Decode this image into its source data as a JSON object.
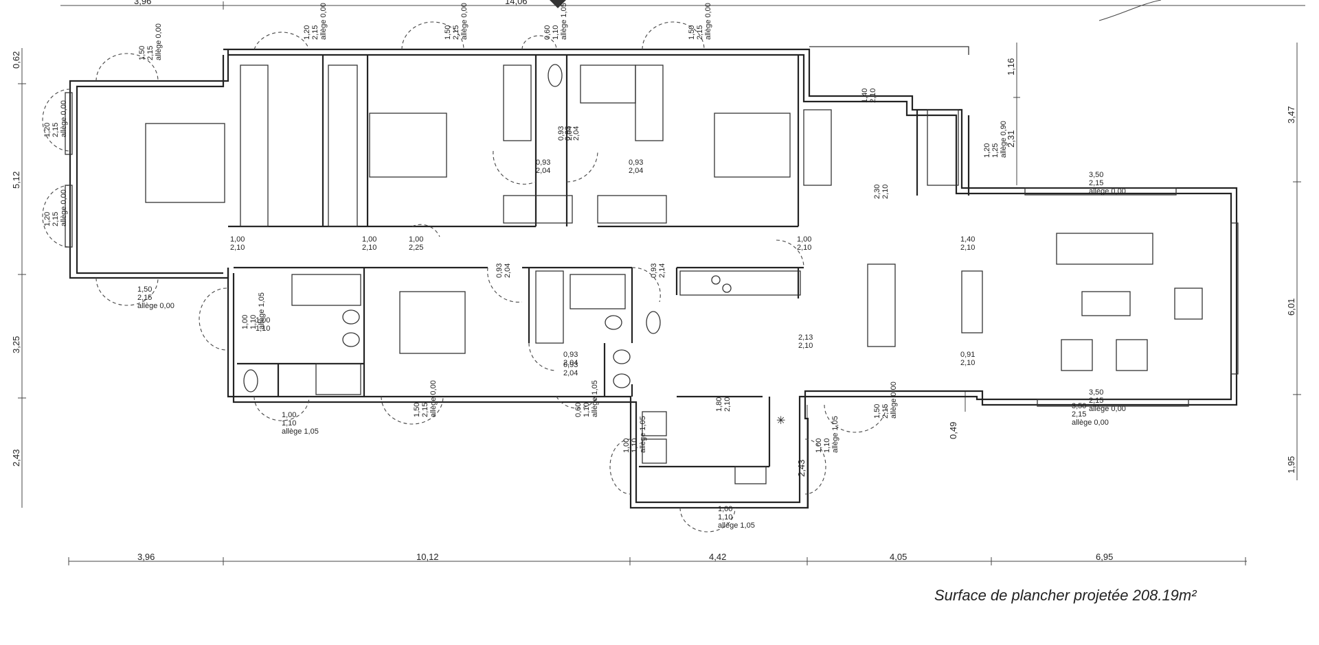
{
  "drawing": {
    "surface_note": "Surface de plancher projetée 208.19m²",
    "top_dims": [
      "3,96",
      "14,06"
    ],
    "bottom_dims": [
      "3,96",
      "10,12",
      "4,42",
      "4,05",
      "6,95"
    ],
    "left_dims": [
      "0,62",
      "5,12",
      "3,25",
      "2,43"
    ],
    "right_dims": [
      "3,47",
      "6,01",
      "1,95"
    ],
    "inner_dims": [
      "1,16",
      "2,31",
      "2,43",
      "0,49"
    ],
    "labels": [
      {
        "t1": "1,50",
        "t2": "2,15",
        "t3": "allège 0,00"
      },
      {
        "t1": "1,20",
        "t2": "2,15",
        "t3": "allège 0,00"
      },
      {
        "t1": "1,50",
        "t2": "2,15",
        "t3": "allège 0,00"
      },
      {
        "t1": "0,60",
        "t2": "1,10",
        "t3": "allège 1,05"
      },
      {
        "t1": "1,50",
        "t2": "2,15",
        "t3": "allège 0,00"
      },
      {
        "t1": "1,20",
        "t2": "2,15",
        "t3": "allège 0,00"
      },
      {
        "t1": "1,20",
        "t2": "2,15",
        "t3": "allège 0,00"
      },
      {
        "t1": "1,40",
        "t2": "2,10",
        "t3": ""
      },
      {
        "t1": "1,20",
        "t2": "1,25",
        "t3": "allège 0,90"
      },
      {
        "t1": "3,50",
        "t2": "2,15",
        "t3": "allège 0,00"
      },
      {
        "t1": "0,93",
        "t2": "2,04",
        "t3": ""
      },
      {
        "t1": "0,93",
        "t2": "2,04",
        "t3": ""
      },
      {
        "t1": "0,93",
        "t2": "2,04",
        "t3": ""
      },
      {
        "t1": "0,93",
        "t2": "2,04",
        "t3": ""
      },
      {
        "t1": "2,30",
        "t2": "2,10",
        "t3": ""
      },
      {
        "t1": "1,00",
        "t2": "2,10",
        "t3": ""
      },
      {
        "t1": "1,00",
        "t2": "2,10",
        "t3": ""
      },
      {
        "t1": "1,00",
        "t2": "2,25",
        "t3": ""
      },
      {
        "t1": "1,00",
        "t2": "2,10",
        "t3": ""
      },
      {
        "t1": "1,40",
        "t2": "2,10",
        "t3": ""
      },
      {
        "t1": "0,93",
        "t2": "2,04",
        "t3": ""
      },
      {
        "t1": "0,93",
        "t2": "2,04",
        "t3": ""
      },
      {
        "t1": "0,93",
        "t2": "2,14",
        "t3": ""
      },
      {
        "t1": "1,50",
        "t2": "2,15",
        "t3": "allège 0,00"
      },
      {
        "t1": "1,00",
        "t2": "1,10",
        "t3": "allège 1,05"
      },
      {
        "t1": "1,00",
        "t2": "1,10",
        "t3": ""
      },
      {
        "t1": "2,13",
        "t2": "2,10",
        "t3": ""
      },
      {
        "t1": "0,91",
        "t2": "2,10",
        "t3": ""
      },
      {
        "t1": "3,50",
        "t2": "2,15",
        "t3": "allège 0,00"
      },
      {
        "t1": "0,93",
        "t2": "2,04",
        "t3": ""
      },
      {
        "t1": "1,00",
        "t2": "1,10",
        "t3": "allège 1,05"
      },
      {
        "t1": "1,50",
        "t2": "2,15",
        "t3": "allège 0,00"
      },
      {
        "t1": "0,60",
        "t2": "1,10",
        "t3": "allège 1,05"
      },
      {
        "t1": "1,80",
        "t2": "2,10",
        "t3": ""
      },
      {
        "t1": "1,50",
        "t2": "2,15",
        "t3": "allège 0,00"
      },
      {
        "t1": "3,50",
        "t2": "2,15",
        "t3": "allège 0,00"
      },
      {
        "t1": "1,00",
        "t2": "1,10",
        "t3": "allège 1,05"
      },
      {
        "t1": "1,00",
        "t2": "1,10",
        "t3": "allège 1,05"
      },
      {
        "t1": "1,00",
        "t2": "1,10",
        "t3": "allège 1,05"
      }
    ]
  }
}
